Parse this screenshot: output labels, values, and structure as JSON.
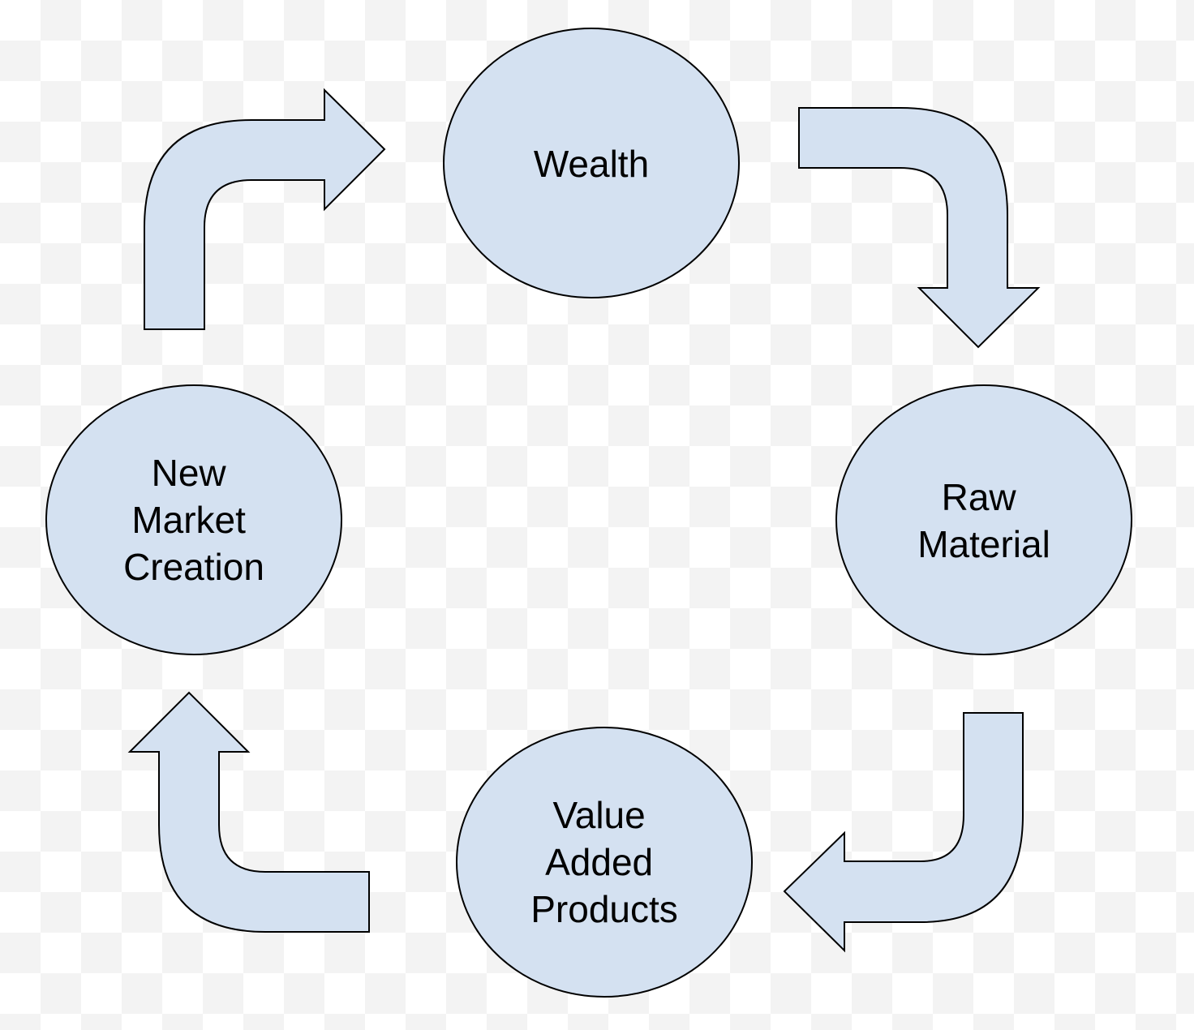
{
  "colors": {
    "shape_fill": "#d4e1f1",
    "outline": "#000000",
    "text": "#000000"
  },
  "nodes": [
    {
      "id": "wealth",
      "lines": [
        "Wealth"
      ]
    },
    {
      "id": "raw-material",
      "lines": [
        "Raw",
        "Material"
      ]
    },
    {
      "id": "value-added-products",
      "lines": [
        "Value",
        "Added",
        "Products"
      ]
    },
    {
      "id": "new-market-creation",
      "lines": [
        "New",
        "Market",
        "Creation"
      ]
    }
  ],
  "edges": [
    {
      "from": "wealth",
      "to": "raw-material"
    },
    {
      "from": "raw-material",
      "to": "value-added-products"
    },
    {
      "from": "value-added-products",
      "to": "new-market-creation"
    },
    {
      "from": "new-market-creation",
      "to": "wealth"
    }
  ]
}
